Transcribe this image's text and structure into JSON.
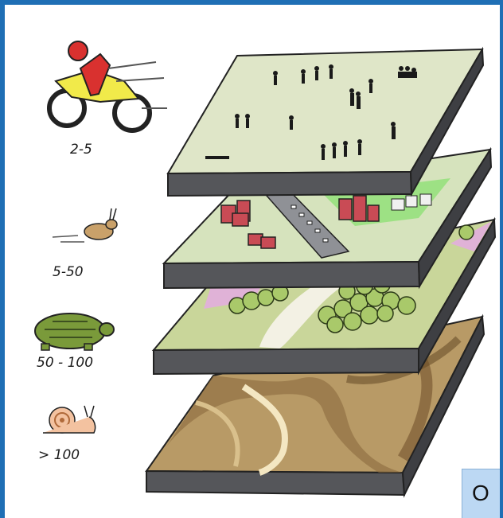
{
  "speed_labels": {
    "motorcycle": "2-5",
    "hare": "5-50",
    "tortoise": "50 - 100",
    "snail": "> 100"
  },
  "corner_badge": "O",
  "colors": {
    "frame": "#1f6fb5",
    "layer_people": "#dfe6c8",
    "layer_urban": "#d6e3bd",
    "layer_green": "#c9d69a",
    "layer_geology": "#b89a66",
    "layer_side": "#55565a",
    "building": "#c94b55",
    "tree": "#a9c96a",
    "pink": "#e6a9e6"
  },
  "icons": [
    "motorcycle-icon",
    "hare-icon",
    "tortoise-icon",
    "snail-icon"
  ]
}
